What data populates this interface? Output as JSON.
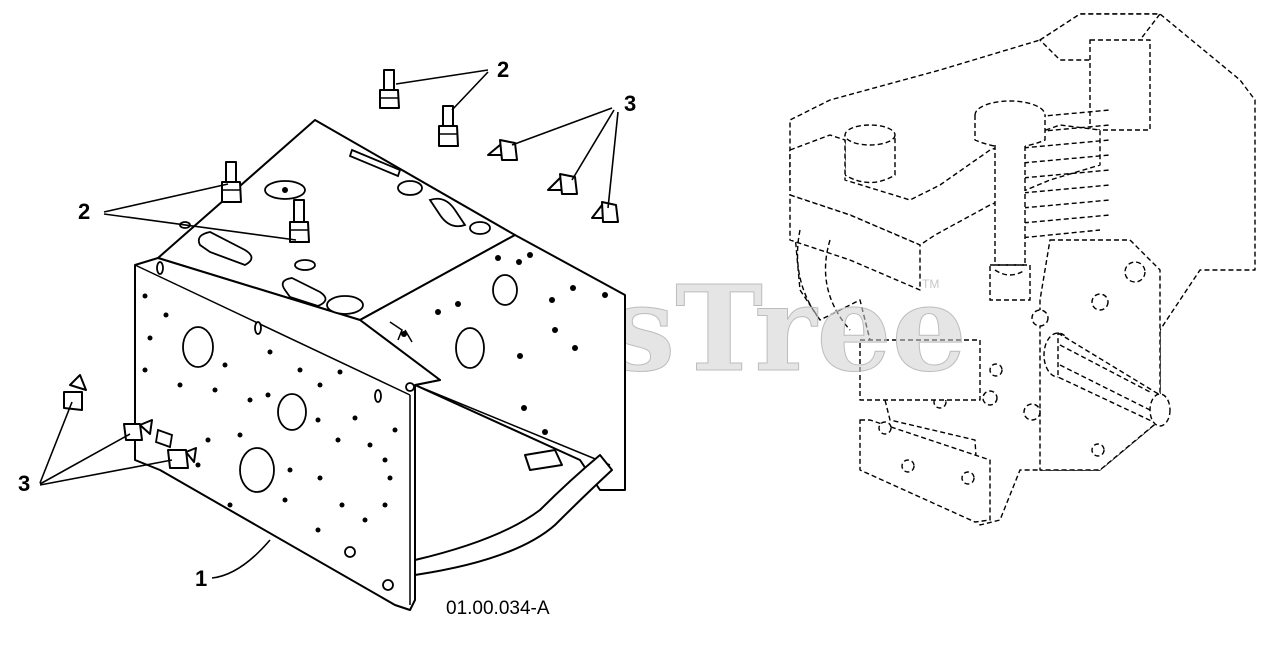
{
  "diagram": {
    "figure_id": "01.00.034-A",
    "watermark": "PartsTree",
    "watermark_mark": "TM",
    "callouts": [
      {
        "id": "callout-2-top",
        "label": "2"
      },
      {
        "id": "callout-3-top",
        "label": "3"
      },
      {
        "id": "callout-2-left",
        "label": "2"
      },
      {
        "id": "callout-3-bottom",
        "label": "3"
      },
      {
        "id": "callout-1",
        "label": "1"
      }
    ]
  }
}
